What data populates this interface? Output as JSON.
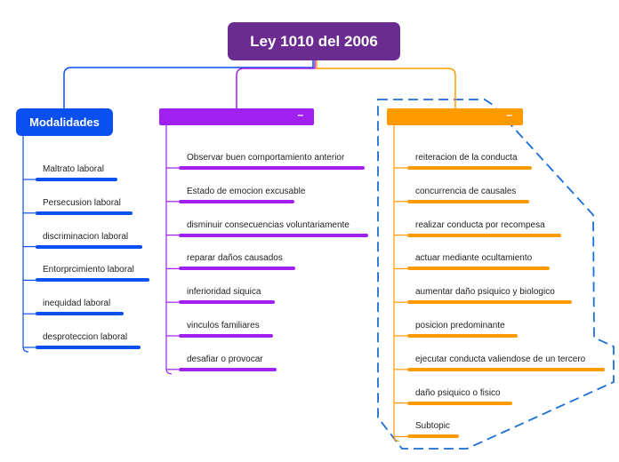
{
  "root": {
    "title": "Ley 1010 del 2006",
    "color": "#6a2c91"
  },
  "branches": [
    {
      "title": "Modalidades",
      "color": "#0a4ff0",
      "collapsed_glyph": "",
      "items": [
        "Maltrato laboral",
        "Persecusion laboral",
        "discriminacion laboral",
        "Entorprcimiento laboral",
        "inequidad laboral",
        "desproteccion laboral"
      ]
    },
    {
      "title": "",
      "color": "#a020f0",
      "collapsed_glyph": "–",
      "items": [
        "Observar buen comportamiento anterior",
        "Estado de emocion excusable",
        "disminuir consecuencias voluntariamente",
        "reparar daños causados",
        "inferioridad siquica",
        "vinculos familiares",
        "desafiar o provocar"
      ]
    },
    {
      "title": "",
      "color": "#ff9a00",
      "collapsed_glyph": "–",
      "items": [
        "reiteracion de la conducta",
        "concurrencia de causales",
        "realizar conducta por recompesa",
        "actuar mediante ocultamiento",
        "aumentar daño psiquico y biologico",
        "posicion predominante",
        "ejecutar conducta valiendose de un tercero",
        "daño psiquico o fisico",
        "Subtopic"
      ]
    }
  ],
  "boundary_color": "#1a6fd8"
}
